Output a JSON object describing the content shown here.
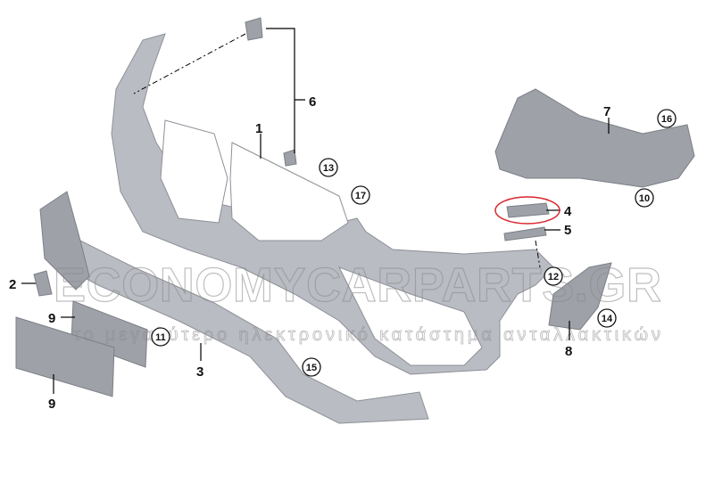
{
  "diagram": {
    "title": "Front bumper parts diagram",
    "highlight_color": "#d9272e",
    "callouts_plain": [
      {
        "id": "1",
        "label": "1"
      },
      {
        "id": "2",
        "label": "2"
      },
      {
        "id": "3",
        "label": "3"
      },
      {
        "id": "4",
        "label": "4"
      },
      {
        "id": "5",
        "label": "5"
      },
      {
        "id": "6",
        "label": "6"
      },
      {
        "id": "7",
        "label": "7"
      },
      {
        "id": "8",
        "label": "8"
      },
      {
        "id": "9a",
        "label": "9"
      },
      {
        "id": "9b",
        "label": "9"
      }
    ],
    "callouts_circled": [
      {
        "id": "10",
        "label": "10"
      },
      {
        "id": "11",
        "label": "11"
      },
      {
        "id": "12",
        "label": "12"
      },
      {
        "id": "13",
        "label": "13"
      },
      {
        "id": "14",
        "label": "14"
      },
      {
        "id": "15",
        "label": "15"
      },
      {
        "id": "16",
        "label": "16"
      },
      {
        "id": "17",
        "label": "17"
      }
    ]
  },
  "watermark": {
    "brand": "ECONOMYCARPARTS.GR",
    "tagline": "το μεγαλύτερο ηλεκτρονικό κατάστημα ανταλλακτικών"
  }
}
